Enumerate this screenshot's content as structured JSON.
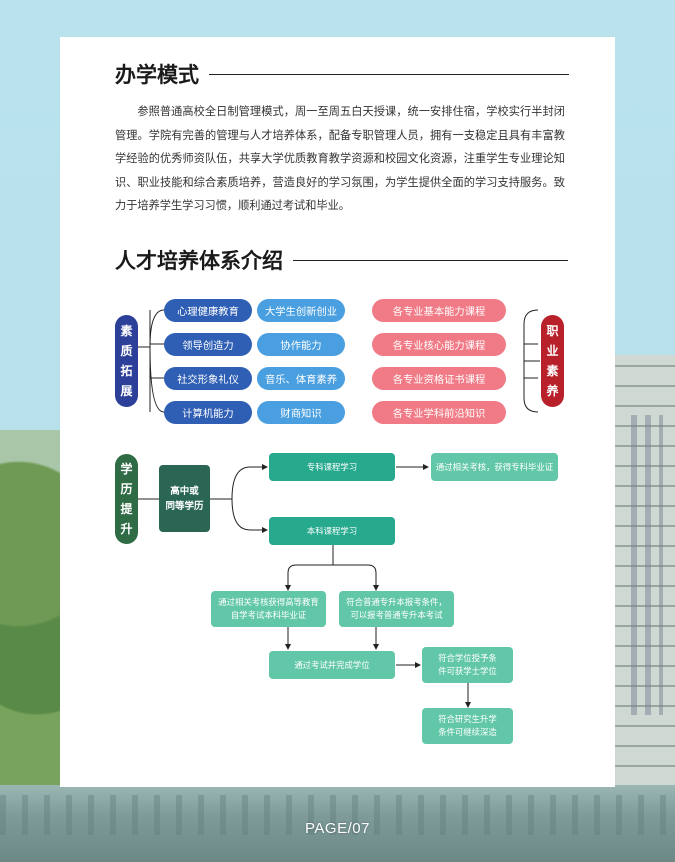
{
  "page_number": "PAGE/07",
  "section1": {
    "title": "办学模式",
    "paragraph": "参照普通高校全日制管理模式，周一至周五白天授课，统一安排住宿，学校实行半封闭管理。学院有完善的管理与人才培养体系，配备专职管理人员，拥有一支稳定且具有丰富教学经验的优秀师资队伍，共享大学优质教育教学资源和校园文化资源，注重学生专业理论知识、职业技能和综合素质培养，营造良好的学习氛围，为学生提供全面的学习支持服务。致力于培养学生学习习惯，顺利通过考试和毕业。"
  },
  "section2": {
    "title": "人才培养体系介绍",
    "quality": {
      "label": [
        "素",
        "质",
        "拓",
        "展"
      ],
      "left_items": [
        "心理健康教育",
        "领导创造力",
        "社交形象礼仪",
        "计算机能力"
      ],
      "right_items": [
        "大学生创新创业",
        "协作能力",
        "音乐、体育素养",
        "财商知识"
      ]
    },
    "career": {
      "label": [
        "职",
        "业",
        "素",
        "养"
      ],
      "items": [
        "各专业基本能力课程",
        "各专业核心能力课程",
        "各专业资格证书课程",
        "各专业学科前沿知识"
      ]
    },
    "education": {
      "label": [
        "学",
        "历",
        "提",
        "升"
      ],
      "start": [
        "高中或",
        "同等学历"
      ],
      "zhuanke": "专科课程学习",
      "zhuanke_result": "通过相关考核，获得专科毕业证",
      "benke": "本科课程学习",
      "branch_left": [
        "通过相关考核获得高等教育",
        "自学考试本科毕业证"
      ],
      "branch_right": [
        "符合普通专升本报考条件，",
        "可以报考普通专升本考试"
      ],
      "pass_exam": "通过考试并完成学位",
      "degree": [
        "符合学位授予条",
        "件可获学士学位"
      ],
      "graduate": [
        "符合研究生升学",
        "条件可继续深造"
      ]
    }
  }
}
